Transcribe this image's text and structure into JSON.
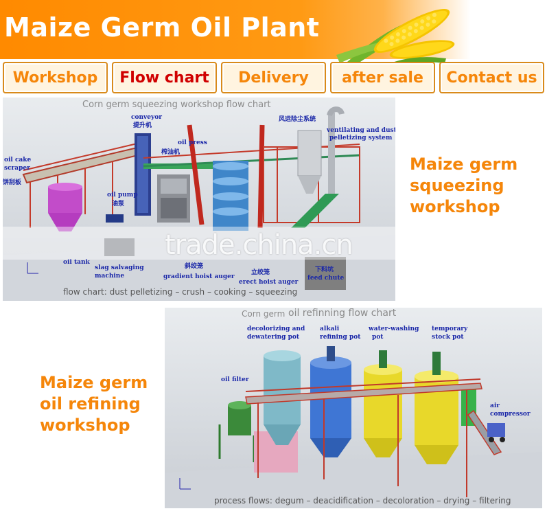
{
  "banner": {
    "title": "Maize Germ Oil Plant"
  },
  "nav": {
    "items": [
      {
        "label": "Workshop"
      },
      {
        "label": "Flow chart"
      },
      {
        "label": "Delivery"
      },
      {
        "label": "after sale"
      },
      {
        "label": "Contact us"
      }
    ]
  },
  "squeezing": {
    "chart_title": "Corn germ squeezing workshop flow chart",
    "side_title": [
      "Maize germ",
      "squeezing",
      "workshop"
    ],
    "labels": {
      "conveyor": "conveyor",
      "conveyor_cn": "提升机",
      "oil_press": "oil press",
      "oil_press_cn": "榨油机",
      "oil_cake_scraper": "oil cake",
      "oil_cake_scraper2": "scraper",
      "oil_cake_cn": "饼刮板",
      "oil_pump": "oil pump",
      "oil_pump_cn": "油泵",
      "wind_dust_cn": "风运除尘系统",
      "ventilating": "ventilating and dust",
      "ventilating2": "pelletizing system",
      "oil_tank": "oil tank",
      "slag": "slag salvaging",
      "slag2": "machine",
      "gradient_cn": "斜绞笼",
      "gradient": "gradient hoist auger",
      "erect_cn": "立绞笼",
      "erect": "erect hoist auger",
      "feed_chute_cn": "下料坑",
      "feed_chute": "feed chute"
    },
    "flow": "flow chart: dust pelletizing – crush – cooking – squeezing",
    "watermark": "trade.china.cn"
  },
  "refining": {
    "chart_title_prefix": "Corn germ",
    "chart_title": "oil refinning flow chart",
    "side_title": [
      "Maize germ",
      "oil refining",
      "workshop"
    ],
    "labels": {
      "decolorizing": "decolorizing and",
      "decolorizing2": "dewatering pot",
      "alkali": "alkali",
      "alkali2": "refining pot",
      "washing": "water-washing",
      "washing2": "pot",
      "temporary": "temporary",
      "temporary2": "stock pot",
      "oil_filter": "oil filter",
      "air": "air",
      "air2": "compressor"
    },
    "flow": "process flows: degum – deacidification – decoloration – drying – filtering"
  },
  "colors": {
    "accent": "#f5860a",
    "active_nav": "#d00000",
    "label_blue": "#1a27a8"
  }
}
